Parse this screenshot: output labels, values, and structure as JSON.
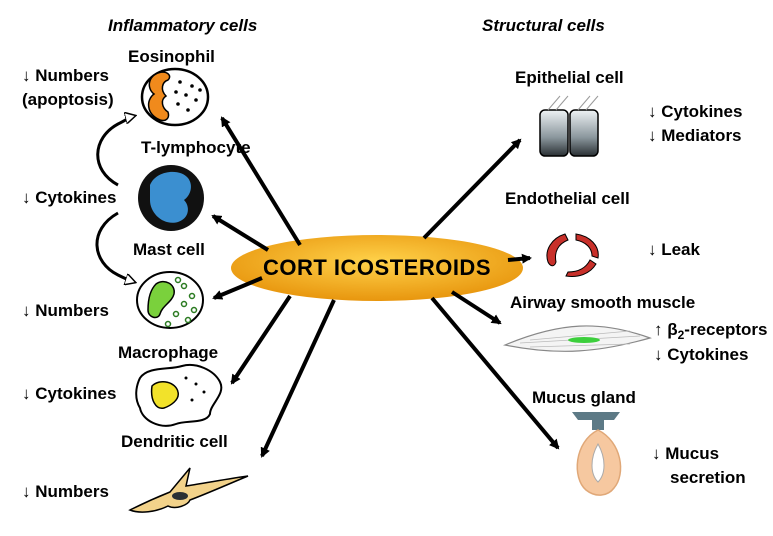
{
  "headers": {
    "inflammatory": "Inflammatory cells",
    "structural": "Structural cells"
  },
  "center_label": "CORT ICOSTEROIDS",
  "inflammatory": [
    {
      "name": "Eosinophil",
      "effect_lines": [
        "↓ Numbers",
        "(apoptosis)"
      ]
    },
    {
      "name": "T-lymphocyte",
      "effect_lines": [
        "↓ Cytokines"
      ]
    },
    {
      "name": "Mast cell",
      "effect_lines": [
        "↓ Numbers"
      ]
    },
    {
      "name": "Macrophage",
      "effect_lines": [
        "↓ Cytokines"
      ]
    },
    {
      "name": "Dendritic cell",
      "effect_lines": [
        "↓ Numbers"
      ]
    }
  ],
  "structural": [
    {
      "name": "Epithelial cell",
      "effect_lines": [
        "↓ Cytokines",
        "↓ Mediators"
      ]
    },
    {
      "name": "Endothelial cell",
      "effect_lines": [
        "↓ Leak"
      ]
    },
    {
      "name": "Airway smooth muscle",
      "effect_lines": [
        "↑ β",
        "-receptors",
        "↓ Cytokines"
      ],
      "subscript": "2"
    },
    {
      "name": "Mucus gland",
      "effect_lines": [
        "↓ Mucus",
        "secretion"
      ]
    }
  ],
  "colors": {
    "ellipse_fill": "#f4a81a",
    "eos_nucleus": "#f08a1c",
    "t_cell": "#3b8fd0",
    "mast_nucleus": "#7ad13c",
    "macrophage_nucleus": "#f2e22a",
    "endothelial": "#c8302a",
    "smooth_muscle_nucleus": "#3ccf3c",
    "mucus_gland": "#f6c8a0"
  }
}
